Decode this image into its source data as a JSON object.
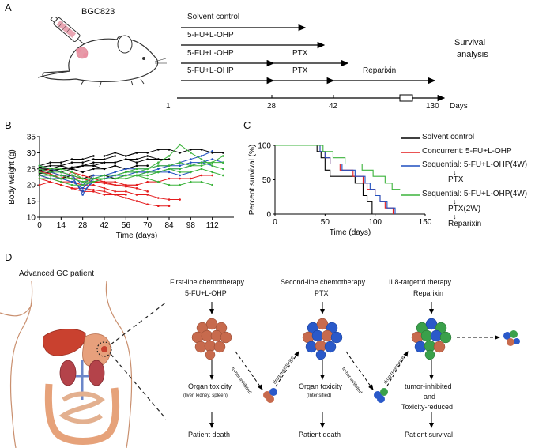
{
  "panel_a": {
    "letter": "A",
    "cell_line": "BGC823",
    "arms": [
      {
        "label": "Solvent control"
      },
      {
        "label": "5-FU+L-OHP"
      },
      {
        "label": "5-FU+L-OHP",
        "second": "PTX"
      },
      {
        "label": "5-FU+L-OHP",
        "second": "PTX",
        "third": "Reparixin"
      }
    ],
    "timeline_ticks": [
      "1",
      "28",
      "42",
      "130"
    ],
    "timeline_unit": "Days",
    "survival_title_line1": "Survival",
    "survival_title_line2": "analysis"
  },
  "panel_b": {
    "letter": "B"
  },
  "panel_c": {
    "letter": "C",
    "legend": [
      {
        "text": "Solvent control",
        "color": "#000000"
      },
      {
        "text": "Concurrent: 5-FU+L-OHP",
        "color": "#e41a1c"
      },
      {
        "text": "Sequential: 5-FU+L-OHP(4W)",
        "color": "#1f4fbf"
      },
      {
        "text": "PTX",
        "color": null
      },
      {
        "text": "Sequential: 5-FU+L-OHP(4W)",
        "color": "#3bb33b"
      },
      {
        "text": "PTX(2W)",
        "color": null
      },
      {
        "text": "Reparixin",
        "color": null
      }
    ]
  },
  "panel_d": {
    "letter": "D",
    "patient_label": "Advanced GC patient",
    "columns": [
      {
        "title": "First-line chemotherapy",
        "drug": "5-FU+L-OHP",
        "outcome": "Organ toxicity",
        "detail": "(liver, kidney, spleen)",
        "end": "Patient death"
      },
      {
        "title": "Second-line chemotherapy",
        "drug": "PTX",
        "outcome": "Organ toxicity",
        "detail": "(Intensified)",
        "end": "Patient death"
      },
      {
        "title": "IL8-targetrd therapy",
        "drug": "Reparixin",
        "outcome": "tumor-inhibited",
        "detail_and": "and",
        "detail2": "Toxicity-reduced",
        "end": "Patient survival"
      }
    ],
    "arrow_labels": [
      "tumor-inhibited",
      "drug-resistance",
      "tumor-inhibited",
      "drug-resistance"
    ]
  },
  "chart_data": [
    {
      "type": "line",
      "title": "",
      "xlabel": "Time (days)",
      "ylabel": "Body weight (g)",
      "xlim": [
        0,
        126
      ],
      "ylim": [
        10,
        35
      ],
      "xticks": [
        0,
        14,
        28,
        42,
        56,
        70,
        84,
        98,
        112
      ],
      "yticks": [
        10,
        15,
        20,
        25,
        30,
        35
      ],
      "grid": false,
      "series": [
        {
          "color": "#000000",
          "x": [
            0,
            7,
            14,
            21,
            28,
            35,
            42,
            49,
            56,
            63,
            70,
            77,
            84,
            91,
            98,
            105,
            112,
            119
          ],
          "y": [
            24.5,
            25,
            26,
            27,
            27,
            28,
            28,
            29,
            29,
            30,
            30,
            31,
            31,
            30,
            31,
            31,
            30,
            30
          ]
        },
        {
          "color": "#000000",
          "x": [
            0,
            7,
            14,
            21,
            28,
            35,
            42,
            49,
            56,
            63,
            70,
            77,
            84
          ],
          "y": [
            24,
            24.5,
            25,
            25.5,
            26,
            26,
            27,
            27,
            28,
            28,
            29,
            28,
            28
          ]
        },
        {
          "color": "#000000",
          "x": [
            0,
            7,
            14,
            21,
            28,
            35,
            42,
            49,
            56,
            63,
            70,
            77
          ],
          "y": [
            23.5,
            24,
            25,
            25,
            26,
            27,
            27,
            27,
            28,
            27,
            28,
            28
          ]
        },
        {
          "color": "#000000",
          "x": [
            0,
            7,
            14,
            21,
            28,
            35,
            42,
            49,
            56,
            63,
            70
          ],
          "y": [
            25,
            25,
            24,
            25,
            24,
            25,
            25,
            26,
            25,
            26,
            26
          ]
        },
        {
          "color": "#000000",
          "x": [
            0,
            7,
            14,
            21,
            28,
            35,
            42,
            49,
            56,
            63
          ],
          "y": [
            26,
            27,
            27,
            28,
            28,
            29,
            29,
            30,
            29,
            30
          ]
        },
        {
          "color": "#000000",
          "x": [
            0,
            7,
            14,
            21,
            28,
            35,
            42,
            49,
            56
          ],
          "y": [
            23,
            23,
            22,
            23,
            22,
            23,
            23,
            22,
            23
          ]
        },
        {
          "color": "#000000",
          "x": [
            0,
            7,
            14,
            21,
            28,
            35,
            42,
            49
          ],
          "y": [
            25.5,
            26,
            26,
            25,
            26,
            26,
            25,
            26
          ]
        },
        {
          "color": "#e41a1c",
          "x": [
            0,
            7,
            14,
            21,
            28,
            35,
            42,
            49,
            56,
            63,
            70,
            77,
            84,
            91,
            98,
            105,
            112
          ],
          "y": [
            24,
            23.5,
            22,
            22,
            21,
            21,
            20.5,
            20,
            20,
            20,
            21,
            21,
            22,
            22,
            22,
            23,
            23
          ]
        },
        {
          "color": "#e41a1c",
          "x": [
            0,
            7,
            14,
            21,
            28,
            35,
            42,
            49,
            56,
            63,
            70,
            77,
            84,
            91
          ],
          "y": [
            23,
            22,
            21,
            21,
            20,
            20,
            19,
            18,
            18,
            17,
            17,
            16,
            15.5,
            15.5
          ]
        },
        {
          "color": "#e41a1c",
          "x": [
            0,
            7,
            14,
            21,
            28,
            35,
            42,
            49,
            56,
            63,
            70,
            77,
            84
          ],
          "y": [
            22,
            21,
            20,
            19,
            19,
            18.5,
            18,
            17,
            16,
            15,
            14,
            13.5,
            13.5
          ]
        },
        {
          "color": "#e41a1c",
          "x": [
            0,
            7,
            14,
            21,
            28,
            35,
            42,
            49,
            56,
            63,
            70
          ],
          "y": [
            25,
            24,
            23,
            22,
            22,
            21,
            21,
            20,
            19.5,
            19,
            18
          ]
        },
        {
          "color": "#e41a1c",
          "x": [
            0,
            7,
            14,
            21,
            28,
            35,
            42,
            49,
            56,
            63
          ],
          "y": [
            24,
            23,
            22,
            24,
            23,
            22,
            21,
            21,
            20,
            20
          ]
        },
        {
          "color": "#e41a1c",
          "x": [
            0,
            7,
            14,
            21,
            28,
            35,
            42,
            49,
            56
          ],
          "y": [
            20,
            21,
            20,
            19,
            18,
            18,
            17,
            17,
            17
          ]
        },
        {
          "color": "#e41a1c",
          "x": [
            0,
            7,
            14,
            21,
            28,
            35,
            42
          ],
          "y": [
            24,
            25,
            24,
            23,
            22,
            21,
            21
          ]
        },
        {
          "color": "#1f4fbf",
          "x": [
            0,
            7,
            14,
            21,
            28,
            35,
            42,
            49,
            56,
            63,
            70,
            77,
            84,
            91,
            98,
            105,
            112,
            119
          ],
          "y": [
            25,
            24,
            23,
            23,
            17,
            22,
            22,
            23,
            23,
            24,
            24,
            25,
            26,
            26,
            27,
            27,
            28,
            27
          ]
        },
        {
          "color": "#1f4fbf",
          "x": [
            0,
            7,
            14,
            21,
            28,
            35,
            42,
            49,
            56,
            63,
            70,
            77,
            84,
            91,
            98,
            105,
            112
          ],
          "y": [
            24,
            23,
            22,
            22,
            18,
            21,
            22,
            22,
            23,
            23,
            24,
            24,
            25,
            25,
            26,
            27,
            26
          ]
        },
        {
          "color": "#1f4fbf",
          "x": [
            0,
            7,
            14,
            21,
            28,
            35,
            42,
            49,
            56,
            63,
            70,
            77,
            84,
            91,
            98,
            105,
            112
          ],
          "y": [
            23,
            22,
            22,
            21,
            19,
            22,
            23,
            24,
            25,
            25,
            25,
            26,
            26,
            27,
            28,
            29,
            30.5
          ]
        },
        {
          "color": "#1f4fbf",
          "x": [
            0,
            7,
            14,
            21,
            28,
            35,
            42,
            49,
            56,
            63,
            70,
            77,
            84,
            91,
            98
          ],
          "y": [
            26,
            25,
            24,
            23,
            20,
            23,
            23,
            23,
            24,
            24,
            24,
            24,
            24,
            23,
            24
          ]
        },
        {
          "color": "#3bb33b",
          "x": [
            0,
            7,
            14,
            21,
            28,
            35,
            42,
            49,
            56,
            63,
            70,
            77,
            84,
            91,
            98,
            105,
            112,
            119
          ],
          "y": [
            23,
            23,
            22,
            22,
            21,
            22,
            23,
            23,
            24,
            24,
            25,
            26,
            26,
            27,
            26,
            26,
            27,
            29
          ]
        },
        {
          "color": "#3bb33b",
          "x": [
            0,
            7,
            14,
            21,
            28,
            35,
            42,
            49,
            56,
            63,
            70,
            77,
            84,
            91,
            98,
            105,
            112,
            119
          ],
          "y": [
            25,
            24,
            24,
            23,
            22,
            22,
            23,
            23,
            24,
            25,
            25,
            27,
            29,
            32.5,
            30,
            28,
            26,
            25
          ]
        },
        {
          "color": "#3bb33b",
          "x": [
            0,
            7,
            14,
            21,
            28,
            35,
            42,
            49,
            56,
            63,
            70,
            77,
            84,
            91,
            98,
            105,
            112,
            119
          ],
          "y": [
            24,
            23,
            23,
            22,
            21,
            21,
            22,
            22,
            22,
            23,
            24,
            24,
            25,
            25,
            26,
            27,
            27,
            27
          ]
        },
        {
          "color": "#3bb33b",
          "x": [
            0,
            7,
            14,
            21,
            28,
            35,
            42,
            49,
            56,
            63,
            70,
            77,
            84,
            91,
            98,
            105,
            112,
            119
          ],
          "y": [
            26,
            25,
            25,
            24,
            22,
            22,
            22,
            22,
            23,
            23,
            23,
            24,
            25,
            24,
            24,
            25,
            24,
            23
          ]
        },
        {
          "color": "#3bb33b",
          "x": [
            0,
            7,
            14,
            21,
            28,
            35,
            42,
            49,
            56,
            63,
            70,
            77,
            84,
            91,
            98,
            105,
            112
          ],
          "y": [
            22,
            22,
            21,
            20,
            20,
            21,
            22,
            22,
            23,
            23,
            22,
            21,
            20,
            20,
            21,
            21,
            20
          ]
        }
      ]
    },
    {
      "type": "line",
      "title": "",
      "xlabel": "Time (days)",
      "ylabel": "Percent survival (%)",
      "xlim": [
        0,
        150
      ],
      "ylim": [
        0,
        100
      ],
      "xticks": [
        0,
        50,
        100,
        150
      ],
      "yticks": [
        0,
        50,
        100
      ],
      "grid": false,
      "series": [
        {
          "color": "#000000",
          "x": [
            0,
            38,
            42,
            46,
            50,
            55,
            60,
            75,
            80,
            88,
            92,
            97
          ],
          "y": [
            100,
            100,
            91,
            82,
            64,
            55,
            55,
            55,
            45,
            27,
            18,
            0
          ]
        },
        {
          "color": "#e41a1c",
          "x": [
            0,
            40,
            45,
            50,
            55,
            62,
            65,
            72,
            78,
            85,
            88,
            92,
            100,
            105,
            110,
            118
          ],
          "y": [
            100,
            100,
            91,
            82,
            73,
            73,
            64,
            64,
            55,
            55,
            45,
            36,
            27,
            18,
            9,
            0
          ]
        },
        {
          "color": "#1f4fbf",
          "x": [
            0,
            40,
            45,
            50,
            55,
            62,
            67,
            72,
            80,
            85,
            90,
            95,
            100,
            105,
            112,
            120
          ],
          "y": [
            100,
            100,
            91,
            82,
            73,
            73,
            64,
            64,
            55,
            55,
            45,
            36,
            27,
            18,
            9,
            0
          ]
        },
        {
          "color": "#3bb33b",
          "x": [
            0,
            42,
            48,
            52,
            58,
            65,
            70,
            80,
            87,
            92,
            98,
            103,
            110,
            117,
            122,
            125
          ],
          "y": [
            100,
            100,
            91,
            91,
            82,
            82,
            73,
            73,
            64,
            64,
            55,
            55,
            45,
            36,
            36,
            36
          ]
        }
      ]
    }
  ]
}
